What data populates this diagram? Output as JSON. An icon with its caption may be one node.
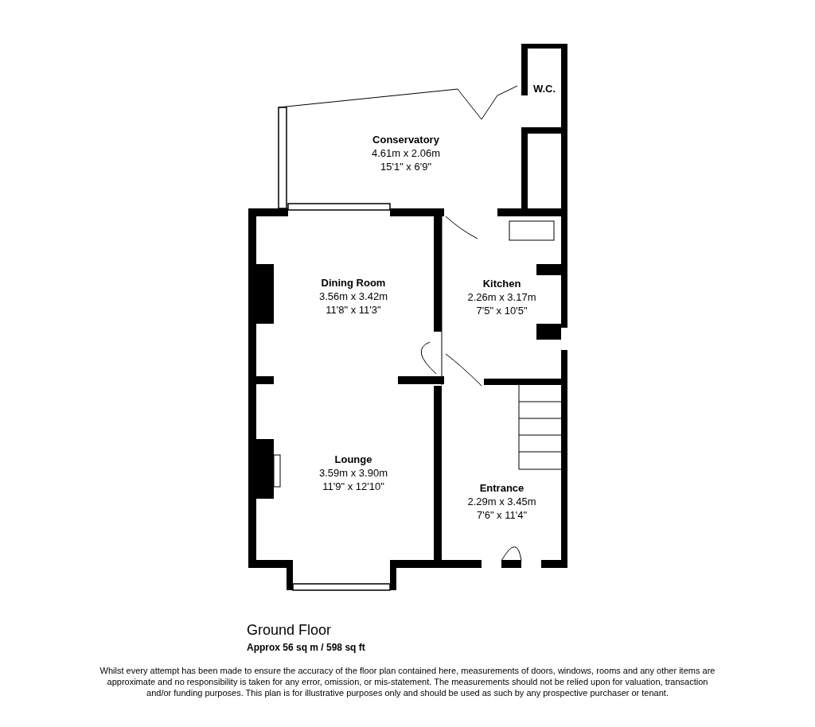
{
  "diagram": {
    "title": "Ground Floor",
    "caption": "Whilst every attempt has been made to ensure the accuracy of the floor plan contained here, measurements of doors, windows, rooms and any other items are approximate and no responsibility is taken for any error, omission, or mis-statement. The measurements should not be relied upon for valuation, transaction and/or funding purposes. This plan is for illustrative purposes only and should be used as such by any prospective purchaser or tenant.",
    "nodes": [
      {
        "text": [
          "W.C."
        ]
      },
      {
        "text": [
          "Conservatory",
          "4.61m x 2.06m",
          "15'1\" x 6'9\""
        ]
      },
      {
        "text": [
          "Dining Room",
          "3.56m x 3.42m",
          "11'8\" x 11'3\""
        ]
      },
      {
        "text": [
          "Kitchen",
          "2.26m x 3.17m",
          "7'5\" x 10'5\""
        ]
      },
      {
        "text": [
          "Lounge",
          "3.59m x 3.90m",
          "11'9\" x 12'10\""
        ]
      },
      {
        "text": [
          "Entrance",
          "2.29m x 3.45m",
          "7'6\" x 11'4\""
        ]
      }
    ],
    "labels": [
      "Approx 56 sq m / 598 sq ft"
    ]
  }
}
